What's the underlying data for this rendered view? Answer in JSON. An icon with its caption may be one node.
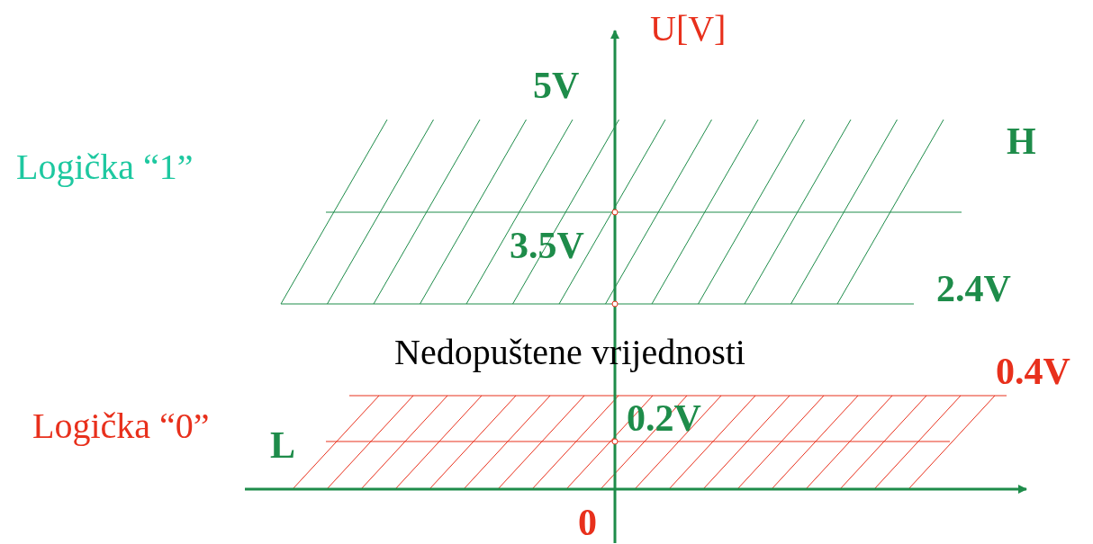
{
  "diagram": {
    "labels": [
      "U[V]",
      "5V",
      "Logička “1”",
      "H",
      "3.5V",
      "2.4V",
      "Nedopuštene vrijednosti",
      "0.4V",
      "Logička “0”",
      "0.2V",
      "L",
      "0"
    ]
  }
}
